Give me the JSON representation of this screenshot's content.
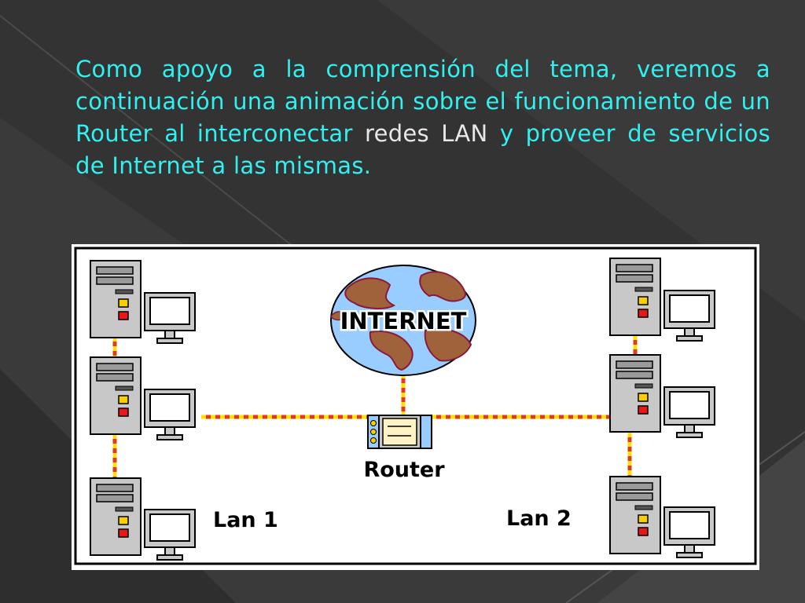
{
  "slide": {
    "text_part1": "Como apoyo a la comprensión del tema, veremos a continuación una  animación sobre el funcionamiento de un Router al interconectar ",
    "text_part2": "redes LAN",
    "text_part3": " y proveer de servicios de Internet a las mismas."
  },
  "diagram": {
    "internet_label": "INTERNET",
    "router_label": "Router",
    "lan1_label": "Lan 1",
    "lan2_label": "Lan 2"
  },
  "colors": {
    "text_accent": "#33f0f0",
    "cable_red": "#e03a20",
    "cable_yellow": "#ffe000",
    "globe_ocean": "#99ccff",
    "globe_land": "#a0623a",
    "computer_gray": "#c0c0c0"
  },
  "icons": [
    "computer-tower-icon",
    "monitor-icon",
    "globe-icon",
    "router-icon"
  ]
}
